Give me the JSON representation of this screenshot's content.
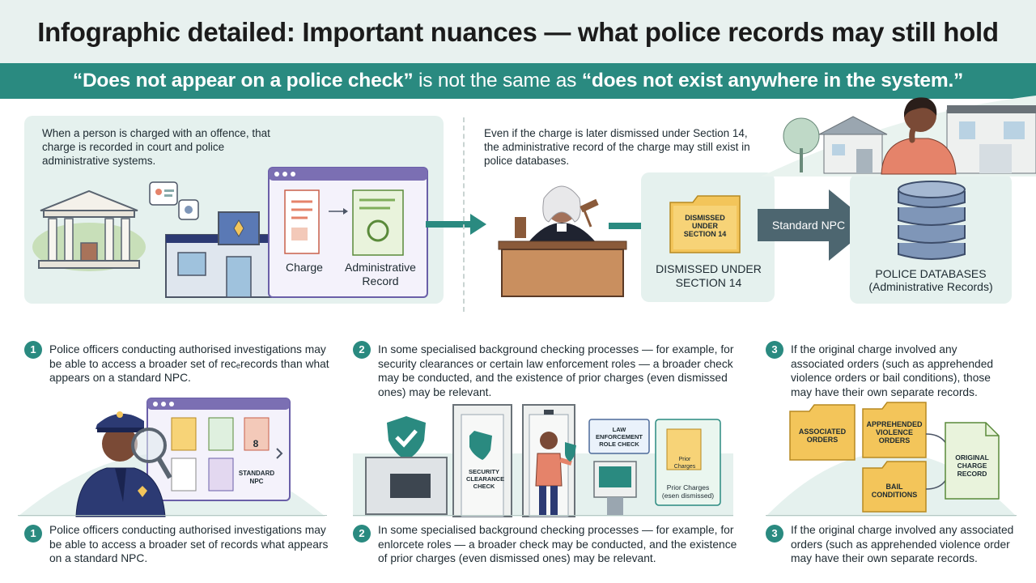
{
  "title": "Infographic detailed: Important nuances — what police records may still hold",
  "banner": {
    "q1": "“Does not appear on a police check”",
    "mid": " is not the same as ",
    "q2": "“does not exist anywhere in the system.”"
  },
  "top": {
    "left_text": "When a person is charged with an offence, that charge is recorded in court and police administrative systems.",
    "charge_label": "Charge",
    "admin_label": "Administrative Record",
    "middle_text": "Even if the charge is later dismissed under Section 14, the administrative record of the charge may still exist in police databases.",
    "folder_label": "DISMISSED UNDER SECTION 14",
    "dismissed_caption": "DISMISSED UNDER SECTION 14",
    "arrow_label": "Standard NPC",
    "db_caption_1": "POLICE DATABASES",
    "db_caption_2": "(Administrative Records)"
  },
  "points": [
    {
      "num": "1",
      "text": "Police officers conducting authorised investigations may be able to access a broader set of recₑrecords than what appears on a standard NPC.",
      "bottom": "Police officers conducting authorised investigations may be able to access a broader set of records what appears on a standard NPC.",
      "screen_label": "STANDARD NPC",
      "doc_number": "8"
    },
    {
      "num": "2",
      "text": "In some specialised background checking processes — for example, for security clearances or certain law enforcement roles — a broader check may be conducted, and the existence of prior charges (even dismissed ones) may be relevant.",
      "bottom": "In some specialised background checking processes — for example, for enlorcete roles — a broader check may be conducted, and the existence of prior charges (even dismissed ones) may be relevant.",
      "security_label": "SECURITY CLEARANCE CHECK",
      "law_label": "LAW ENFORCEMENT ROLE CHECK",
      "prior_doc": "Prior Charges",
      "prior_caption": "Prior Charges (esen dismissed)"
    },
    {
      "num": "3",
      "text": "If the original charge involved any associated orders (such as apprehended violence orders or bail conditions), those may have their own separate records.",
      "bottom": "If the original charge involved any associated orders (such as apprehended violence order may have their own separate records.",
      "folder_assoc": "ASSOCIATED ORDERS",
      "folder_avo": "APPREHENDED VIOLENCE ORDERS",
      "folder_bail": "BAIL CONDITIONS",
      "doc_original": "ORIGINAL CHARGE RECORD"
    }
  ],
  "colors": {
    "teal": "#2a8a80",
    "panel": "#e5f1ee",
    "folder": "#f3c55a",
    "screen_purple": "#7b6fb3",
    "police_navy": "#2c3a73",
    "db_blue": "#7f96b8"
  }
}
